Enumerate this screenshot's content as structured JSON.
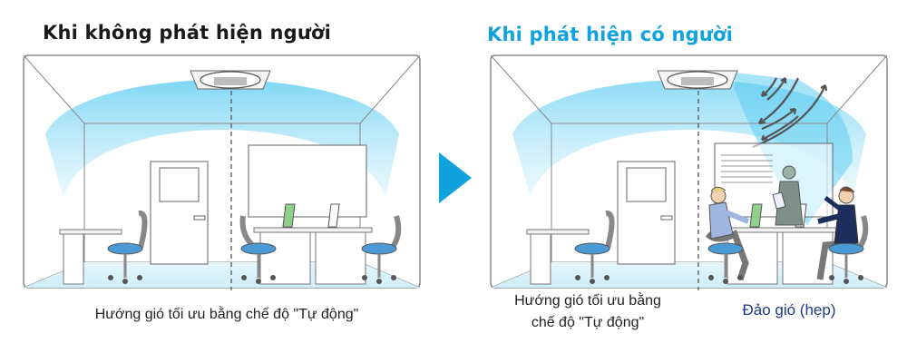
{
  "left_panel": {
    "title": "Khi không phát hiện người",
    "caption": "Hướng gió tối ưu bằng chế độ \"Tự động\"",
    "scene": "empty-office"
  },
  "right_panel": {
    "title": "Khi phát hiện có người",
    "caption_left_line1": "Hướng gió tối ưu bằng",
    "caption_left_line2": "chế độ \"Tự động\"",
    "caption_right": "Đảo gió (hẹp)",
    "scene": "occupied-office"
  },
  "transition_arrow": {
    "icon": "play-triangle-icon",
    "color": "#0fa2de"
  },
  "colors": {
    "title_dark": "#1a1a1a",
    "title_accent": "#0fa2de",
    "airflow_blue": "#6fd0f2",
    "caption_accent": "#1c3a8c",
    "chair_seat": "#4a9ad8",
    "laptop_green": "#8fd08a"
  }
}
